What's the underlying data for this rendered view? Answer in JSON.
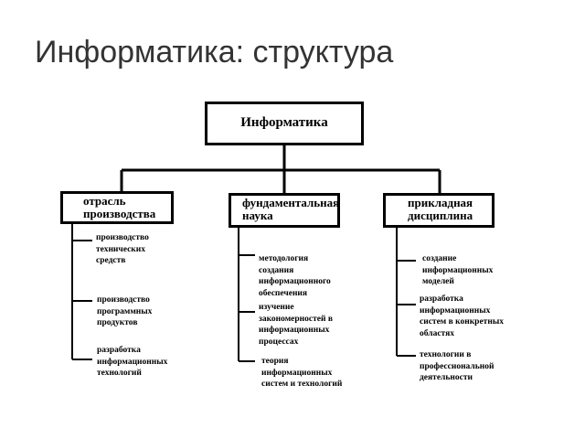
{
  "title": "Информатика: структура",
  "root": "Информатика",
  "columns": [
    {
      "label": [
        "отрасль",
        "производства"
      ],
      "items": [
        [
          "производство",
          "технических",
          "средств"
        ],
        [
          "производство",
          "программных",
          "продуктов"
        ],
        [
          "разработка",
          "информационных",
          "технологий"
        ]
      ]
    },
    {
      "label": [
        "фундаментальная",
        "наука"
      ],
      "items": [
        [
          "методология",
          "создания",
          "информационного",
          "обеспечения"
        ],
        [
          "изучение",
          "закономерностей в",
          "информационных",
          "процессах"
        ],
        [
          "теория",
          "информационных",
          "систем и технологий"
        ]
      ]
    },
    {
      "label": [
        "прикладная",
        "дисциплина"
      ],
      "items": [
        [
          "создание",
          "информационных",
          "моделей"
        ],
        [
          "разработка",
          "информационных",
          "систем в конкретных",
          "областях"
        ],
        [
          "технологии в",
          "профессиональной",
          "деятельности"
        ]
      ]
    }
  ]
}
